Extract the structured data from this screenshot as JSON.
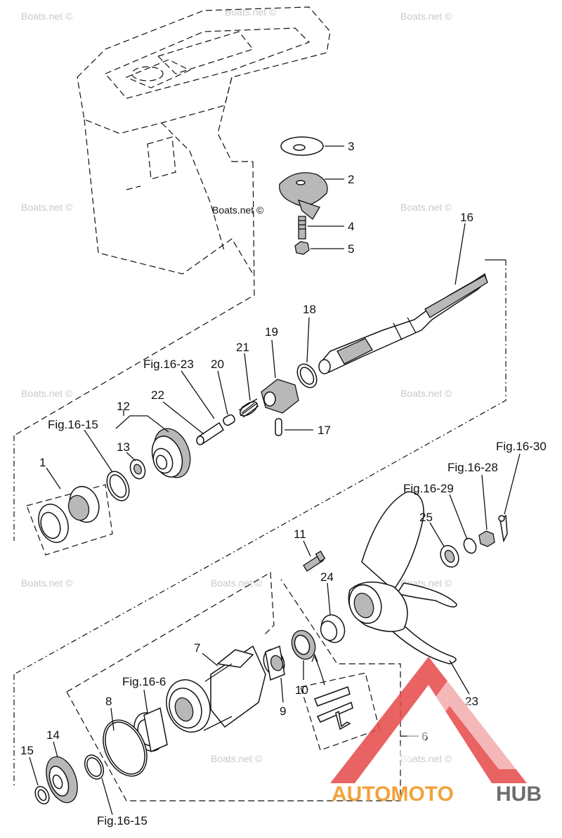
{
  "watermark": "Boats.net ©",
  "logo": {
    "text_orange": "AUTOMOTO",
    "text_grey": "HUB",
    "orange": "#f2a23c",
    "grey": "#6d6d6d",
    "triangle": "#e54848"
  },
  "callouts": {
    "c1": "1",
    "c2": "2",
    "c3": "3",
    "c4": "4",
    "c5": "5",
    "c6": "6",
    "c7": "7",
    "c8": "8",
    "c9": "9",
    "c10": "10",
    "c11": "11",
    "c12": "12",
    "c13": "13",
    "c14": "14",
    "c15": "15",
    "c16": "16",
    "c17": "17",
    "c18": "18",
    "c19": "19",
    "c20": "20",
    "c21": "21",
    "c22": "22",
    "c23": "23",
    "c24": "24",
    "c25": "25",
    "fig_16_23": "Fig.16-23",
    "fig_16_15_top": "Fig.16-15",
    "fig_16_15_bottom": "Fig.16-15",
    "fig_16_6": "Fig.16-6",
    "fig_16_29": "Fig.16-29",
    "fig_16_28": "Fig.16-28",
    "fig_16_30": "Fig.16-30"
  }
}
